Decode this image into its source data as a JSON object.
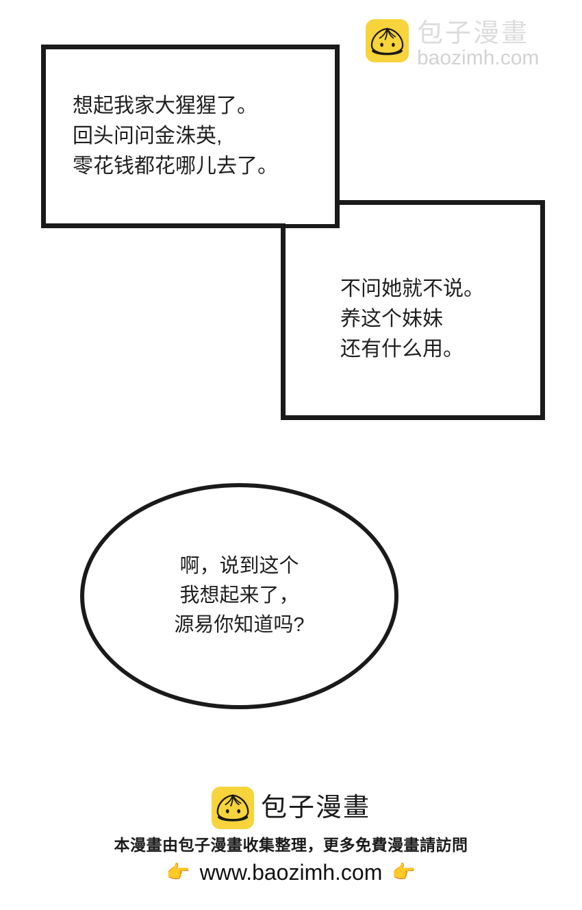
{
  "watermark": {
    "logo_icon": "baozi-bun-icon",
    "brand_cn": "包子漫畫",
    "url": "baozimh.com",
    "logo_color": "#F7D33C",
    "text_color": "#DCDCDC"
  },
  "panels": [
    {
      "id": "panel-1",
      "shape": "rectangle",
      "text": "想起我家大猩猩了。\n回头问问金洙英,\n零花钱都花哪儿去了。"
    },
    {
      "id": "panel-2",
      "shape": "rectangle",
      "text": "不问她就不说。\n养这个妹妹\n还有什么用。"
    },
    {
      "id": "bubble-oval",
      "shape": "ellipse",
      "text": "啊，说到这个\n我想起来了，\n源易你知道吗?"
    }
  ],
  "footer": {
    "logo_icon": "baozi-bun-icon",
    "brand_name": "包子漫畫",
    "note": "本漫畫由包子漫畫收集整理，更多免費漫畫請訪問",
    "hand_left_icon": "pointing-right-hand-icon",
    "hand_left": "👉",
    "url": "www.baozimh.com",
    "hand_right_icon": "pointing-right-hand-icon",
    "hand_right": "👉",
    "logo_color": "#F7D33C",
    "text_color": "#111111"
  }
}
